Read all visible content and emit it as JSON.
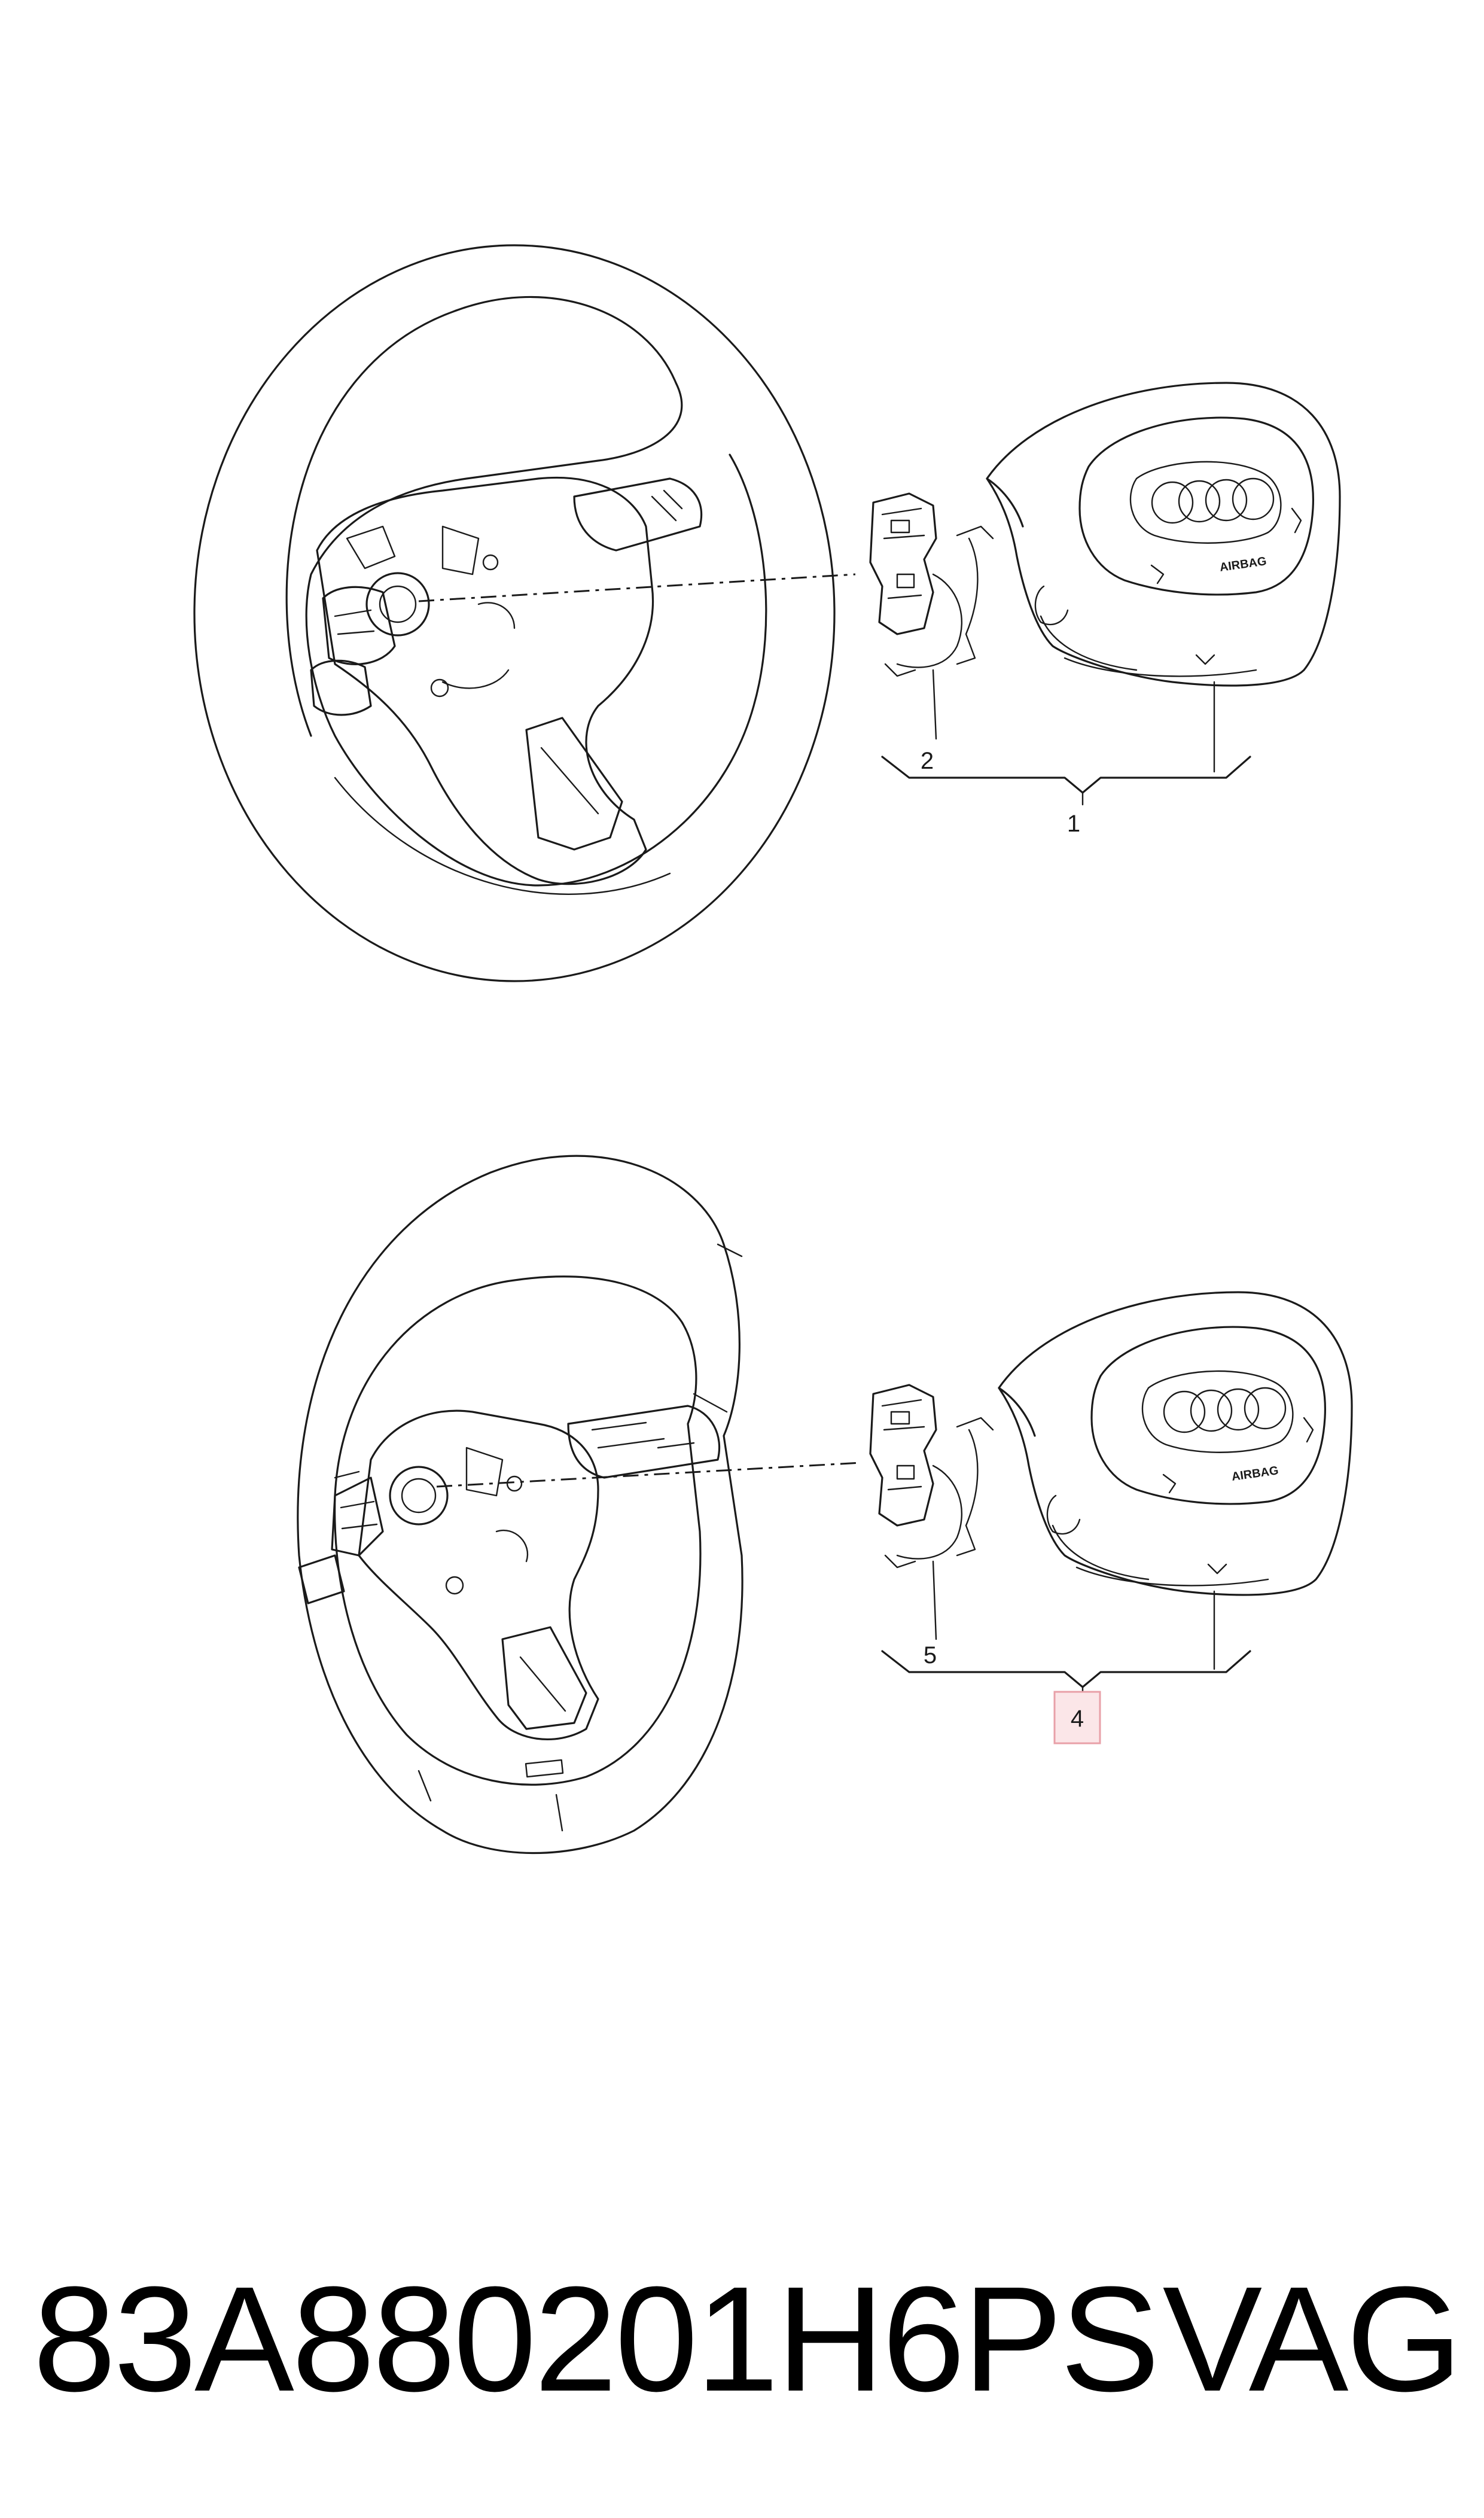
{
  "diagram": {
    "top_assembly": {
      "callouts": {
        "assembly": "1",
        "clock_spring": "2"
      },
      "airbag_text": "AIRBAG"
    },
    "bottom_assembly": {
      "callouts": {
        "assembly": "4",
        "clock_spring": "5"
      },
      "airbag_text": "AIRBAG",
      "highlight_color": "#e8a0a8",
      "highlight_fill": "#fbe6e8"
    }
  },
  "footer": {
    "part_number": "83A880201H6PS",
    "brand": "VAG"
  }
}
